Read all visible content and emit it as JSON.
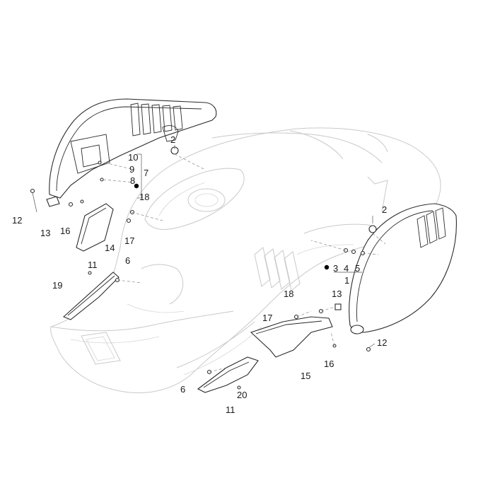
{
  "callouts": {
    "c1": "1",
    "c2a": "2",
    "c2b": "2",
    "c3": "3",
    "c4": "4",
    "c5": "5",
    "c6a": "6",
    "c6b": "6",
    "c7": "7",
    "c8": "8",
    "c9": "9",
    "c10": "10",
    "c11a": "11",
    "c11b": "11",
    "c12a": "12",
    "c12b": "12",
    "c13a": "13",
    "c13b": "13",
    "c14": "14",
    "c15": "15",
    "c16a": "16",
    "c16b": "16",
    "c17a": "17",
    "c17b": "17",
    "c18a": "18",
    "c18b": "18",
    "c19": "19",
    "c20": "20"
  },
  "colors": {
    "line": "#2a2a2a",
    "ghost": "#c9c9c9",
    "background": "#ffffff"
  }
}
